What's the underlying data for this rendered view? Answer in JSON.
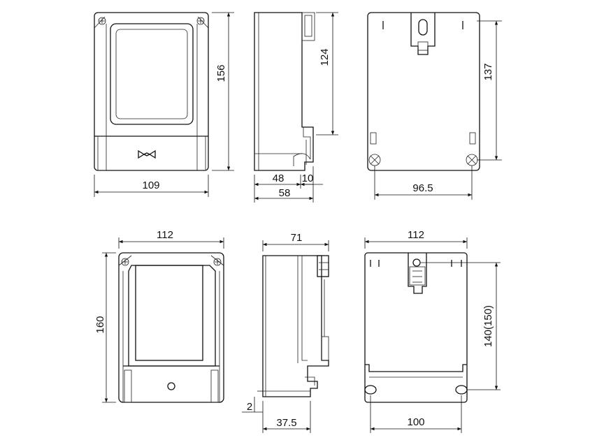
{
  "dimensions": {
    "v1_width": "109",
    "v1_height": "156",
    "v2_height": "124",
    "v2_depth_a": "48",
    "v2_depth_b": "10",
    "v2_depth_total": "58",
    "v3_height": "137",
    "v3_width": "96.5",
    "v4_width": "112",
    "v4_height": "160",
    "v5_depth": "71",
    "v5_offset": "2",
    "v5_rail": "37.5",
    "v6_width": "112",
    "v6_height": "140(150)",
    "v6_mount": "100"
  }
}
